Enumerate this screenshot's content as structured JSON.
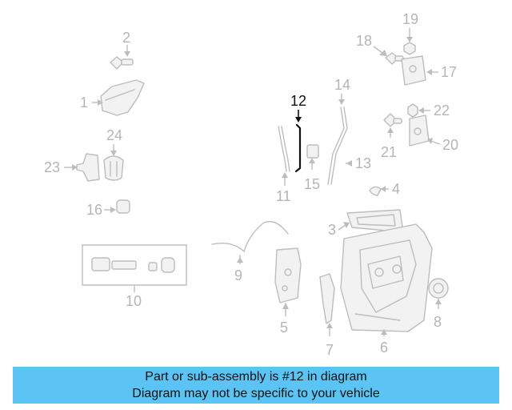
{
  "diagram": {
    "callouts": [
      "1",
      "2",
      "3",
      "4",
      "5",
      "6",
      "7",
      "8",
      "9",
      "10",
      "11",
      "12",
      "13",
      "14",
      "15",
      "16",
      "17",
      "18",
      "19",
      "20",
      "21",
      "22",
      "23",
      "24"
    ],
    "highlighted": "12",
    "colors": {
      "part": "#bdbdbd",
      "highlight": "#111111",
      "banner": "#5bc4f5"
    }
  },
  "banner": {
    "line1": "Part or sub-assembly is #12 in diagram",
    "line2": "Diagram may not be specific to your vehicle"
  }
}
